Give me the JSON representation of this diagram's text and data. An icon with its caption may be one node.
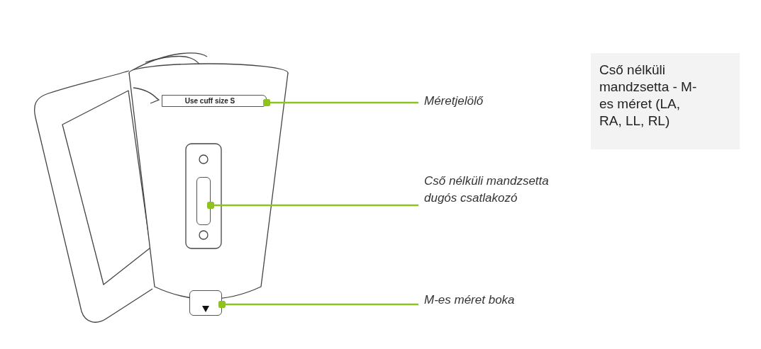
{
  "diagram": {
    "nodes": [
      {
        "text": [
          "Use cuff size S"
        ]
      },
      {
        "text": [
          "Méretjelölő"
        ]
      },
      {
        "text": [
          "Cső nélküli mandzsetta - M-es méret (LA, RA, LL, RL)"
        ]
      },
      {
        "text": [],
        "shape": "box"
      },
      {
        "text": [
          "Cső nélküli mandzsetta dugós csatlakozó"
        ]
      },
      {
        "text": [],
        "shape": "box"
      },
      {
        "text": [
          "M-es méret boka"
        ]
      }
    ],
    "edges": [
      {
        "from": 1,
        "to": 0,
        "arrow": "other"
      },
      {
        "from": 4,
        "to": 3,
        "arrow": "other"
      },
      {
        "from": 6,
        "to": 5,
        "arrow": "other"
      }
    ]
  }
}
